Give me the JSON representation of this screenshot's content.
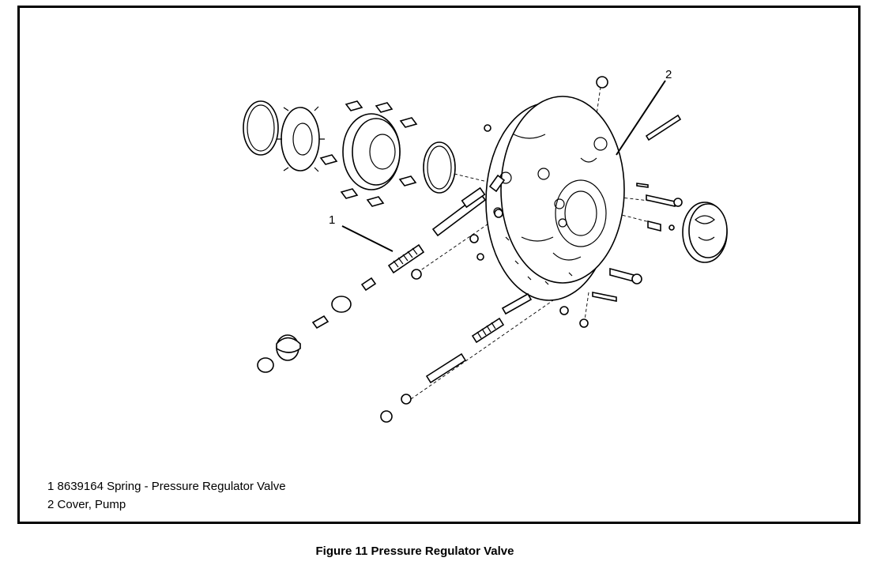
{
  "callouts": {
    "one": "1",
    "two": "2"
  },
  "legend": [
    {
      "num": "1",
      "text": "8639164 Spring - Pressure Regulator Valve"
    },
    {
      "num": "2",
      "text": "Cover, Pump"
    }
  ],
  "caption": "Figure 11 Pressure Regulator Valve"
}
